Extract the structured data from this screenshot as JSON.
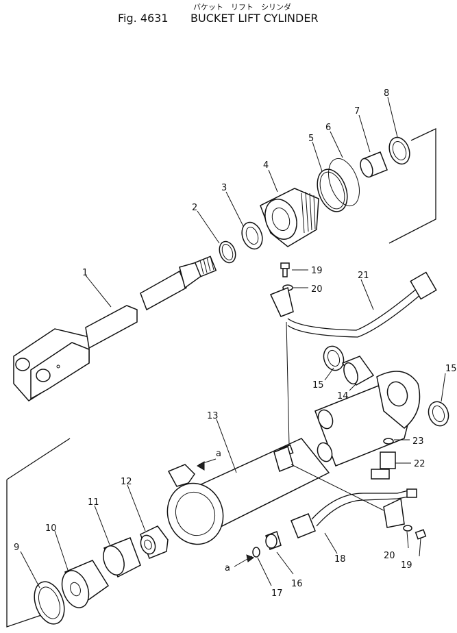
{
  "title": {
    "japanese": "バケット　リフト　シリンダ",
    "figure": "Fig. 4631",
    "name": "BUCKET LIFT CYLINDER"
  },
  "part_numbers": [
    "1",
    "2",
    "3",
    "4",
    "5",
    "6",
    "7",
    "8",
    "9",
    "10",
    "11",
    "12",
    "13",
    "14",
    "15",
    "15",
    "16",
    "17",
    "18",
    "19",
    "19",
    "20",
    "20",
    "21",
    "22",
    "23"
  ],
  "ref_marks": [
    "a",
    "a"
  ]
}
